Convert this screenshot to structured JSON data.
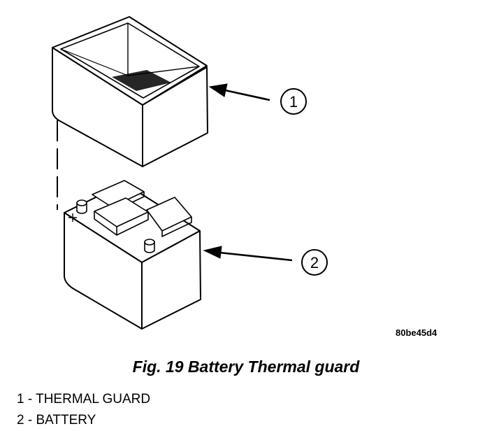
{
  "figure": {
    "code": "80be45d4",
    "caption": "Fig. 19 Battery Thermal guard",
    "callouts": [
      "1",
      "2"
    ],
    "legend": [
      {
        "number": "1",
        "label": "1 - THERMAL GUARD"
      },
      {
        "number": "2",
        "label": "2 - BATTERY"
      }
    ]
  },
  "colors": {
    "line": "#000000",
    "background": "#ffffff"
  }
}
